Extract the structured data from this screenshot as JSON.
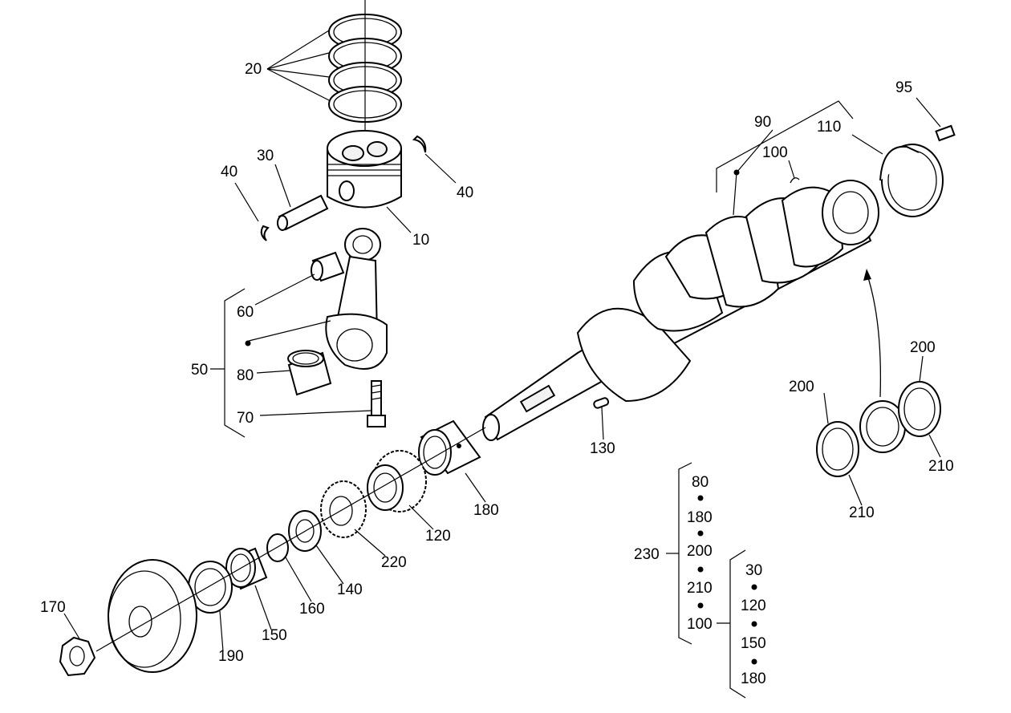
{
  "labels": {
    "l10": "10",
    "l20": "20",
    "l30": "30",
    "l40a": "40",
    "l40b": "40",
    "l50": "50",
    "l60": "60",
    "l70": "70",
    "l80": "80",
    "l90": "90",
    "l95": "95",
    "l100": "100",
    "l110": "110",
    "l120": "120",
    "l130": "130",
    "l140": "140",
    "l150": "150",
    "l160": "160",
    "l170": "170",
    "l180": "180",
    "l190": "190",
    "l200a": "200",
    "l200b": "200",
    "l210a": "210",
    "l210b": "210",
    "l220": "220",
    "l230": "230"
  },
  "kit_230": {
    "label": "230",
    "items": [
      "80",
      "180",
      "200",
      "210",
      "100"
    ]
  },
  "kit_100": {
    "items": [
      "30",
      "120",
      "150",
      "180"
    ]
  },
  "colors": {
    "line": "#000000",
    "background": "#ffffff"
  }
}
